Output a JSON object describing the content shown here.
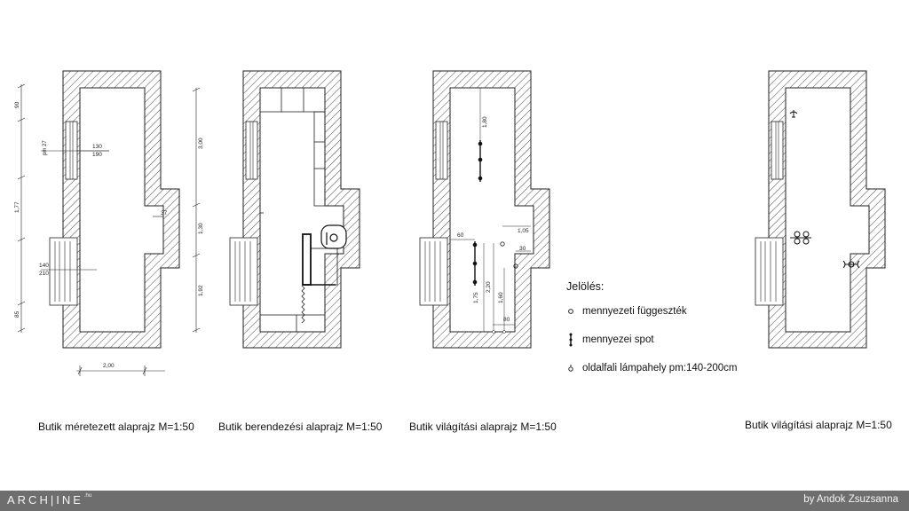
{
  "captions": {
    "plan1": "Butik méretezett alaprajz M=1:50",
    "plan2": "Butik berendezési alaprajz M=1:50",
    "plan3": "Butik világítási alaprajz M=1:50",
    "plan4": "Butik világítási alaprajz M=1:50"
  },
  "dimensions": {
    "window_top_sill": "pm 27",
    "window_top_frac_top": "130",
    "window_top_frac_bottom": "190",
    "left_90": "90",
    "left_177": "1,77",
    "left_85": "85",
    "bay_37": "37",
    "window_low_frac_top": "140",
    "window_low_frac_bottom": "210",
    "bottom_width": "2,00",
    "right_300": "3,00",
    "right_130": "1,30",
    "right_192": "1,92",
    "spot_180": "1,80",
    "light_105": "1,05",
    "light_60": "60",
    "light_30": "30",
    "light_175": "1,75",
    "light_220": "2,20",
    "light_160": "1,60",
    "light_80": "80"
  },
  "legend": {
    "title": "Jelölés:",
    "items": [
      {
        "icon": "pendant-circle-icon",
        "label": "mennyezeti függeszték"
      },
      {
        "icon": "ceiling-spot-icon",
        "label": "mennyezei spot"
      },
      {
        "icon": "wall-lamp-icon",
        "label": "oldalfali lámpahely pm:140-200cm"
      }
    ]
  },
  "footer": {
    "brand": "ARCH|INE",
    "brand_sup": ".hu",
    "author": "by Andok Zsuzsanna"
  },
  "colors": {
    "line": "#222222",
    "footer_bg": "#6e6e6e",
    "footer_text": "#f4f4f4"
  }
}
